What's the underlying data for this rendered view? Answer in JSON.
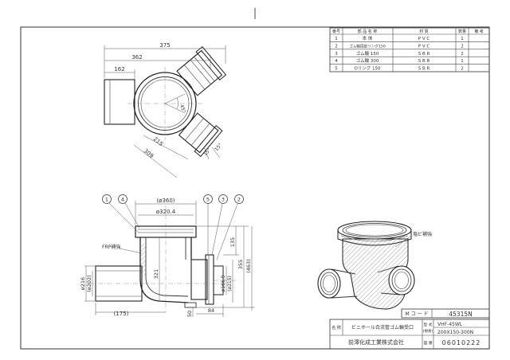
{
  "parts_table": {
    "headers": [
      "番号",
      "部 品 名 称",
      "材 質",
      "数量",
      "備 考"
    ],
    "rows": [
      [
        "1",
        "本 体",
        "P V C",
        "1",
        ""
      ],
      [
        "2",
        "ゴム輪固定リング150",
        "P V C",
        "2",
        ""
      ],
      [
        "3",
        "ゴム輪 150",
        "S B R",
        "2",
        ""
      ],
      [
        "4",
        "ゴム輪 300",
        "S B R",
        "1",
        ""
      ],
      [
        "5",
        "Oリング 150",
        "S B R",
        "2",
        ""
      ]
    ]
  },
  "top_view": {
    "dims": [
      "375",
      "362",
      "162",
      "215",
      "309",
      "15°",
      "15°"
    ],
    "angle_label": "45°"
  },
  "front_view": {
    "balloons": [
      "1",
      "4",
      "5",
      "3",
      "2"
    ],
    "dims": [
      "(ø360)",
      "ø320.4",
      "135",
      "355",
      "(463)",
      "321",
      "ø166.9",
      "(ø215)",
      "ø216",
      "(ø202)",
      "(175)",
      "50",
      "84"
    ],
    "frp_label": "FRP補強"
  },
  "iso_view": {
    "label": "塩ビ補強"
  },
  "title_block": {
    "code_label": "M コ ー ド",
    "code_value": "45315N",
    "name_label": "名 称",
    "product_name": "ビニホール合流管ゴム輪受口",
    "model_label": "型 式",
    "model_sub": "(規格)",
    "model_value": "VHF-45WL",
    "model_size": "200X150-300N",
    "company": "前澤化成工業株式会社",
    "drawing_label": "図 番",
    "drawing_no": "06010222"
  },
  "colors": {
    "line": "#333333",
    "hatch": "#666666",
    "background": "#ffffff"
  }
}
